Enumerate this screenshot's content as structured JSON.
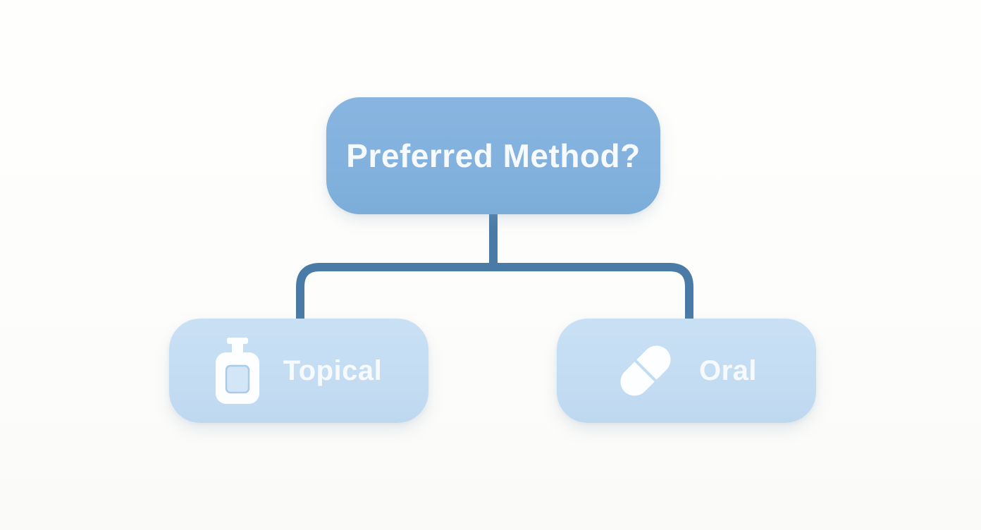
{
  "diagram": {
    "type": "decision-tree",
    "root": {
      "label": "Preferred Method?"
    },
    "children": [
      {
        "label": "Topical",
        "icon": "lotion-bottle-icon"
      },
      {
        "label": "Oral",
        "icon": "pill-icon"
      }
    ],
    "colors": {
      "background": "#fdfdfb",
      "root_fill": "#82b1dd",
      "child_fill": "#c3dcf2",
      "connector": "#4a7ba6",
      "text": "#f7fafc",
      "icon_fill": "#fdfeff"
    }
  }
}
